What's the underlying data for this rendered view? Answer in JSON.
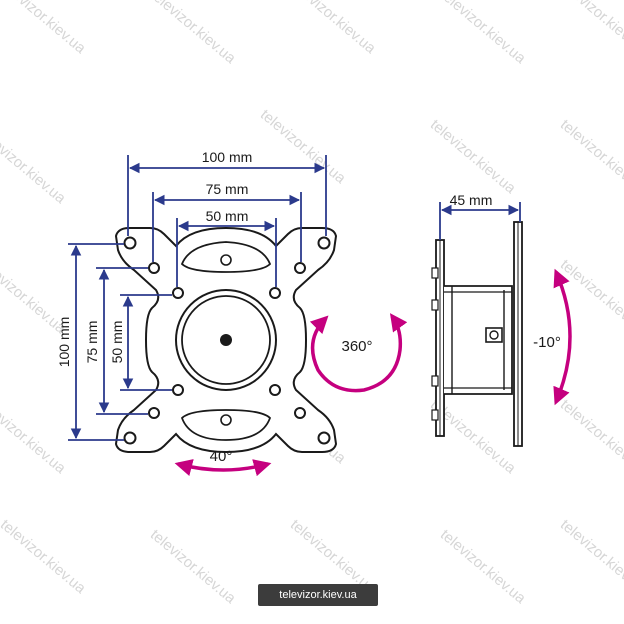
{
  "watermark": {
    "text": "televizor.kiev.ua"
  },
  "front_view": {
    "dimensions": {
      "width_outer": "100 mm",
      "width_middle": "75 mm",
      "width_inner": "50 mm",
      "height_outer": "100 mm",
      "height_middle": "75 mm",
      "height_inner": "50 mm"
    },
    "swivel_label": "40°",
    "rotation_label": "360°"
  },
  "side_view": {
    "depth_label": "45 mm",
    "tilt_label": "-10°"
  },
  "credit": {
    "text": "televizor.kiev.ua"
  },
  "colors": {
    "dimension_lines": "#2b3a8c",
    "rotation_arrows": "#c5007f",
    "outline": "#1a1a1a",
    "plate_fill": "#ffffff",
    "credit_background": "#3c3c3c"
  }
}
